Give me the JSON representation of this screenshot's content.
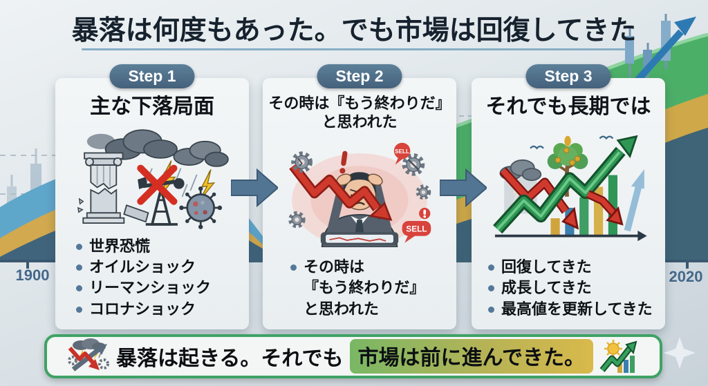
{
  "title": "暴落は何度もあった。でも市場は回復してきた",
  "timeline": {
    "start_year": "1900",
    "end_year": "2020"
  },
  "steps": [
    {
      "badge": "Step 1",
      "heading": "主な下落局面",
      "illustration": "economic-crisis-storm",
      "bullets": [
        "世界恐慌",
        "オイルショック",
        "リーマンショック",
        "コロナショック"
      ]
    },
    {
      "badge": "Step 2",
      "heading": "その時は『もう終わりだ』\nと思われた",
      "illustration": "panicked-investor",
      "sell_labels": [
        "SELL",
        "SELL"
      ],
      "bullets": [
        "その時は\n『もう終わりだ』\nと思われた"
      ]
    },
    {
      "badge": "Step 3",
      "heading": "それでも長期では",
      "illustration": "long-term-growth-chart",
      "bullets": [
        "回復してきた",
        "成長してきた",
        "最高値を更新してきた"
      ]
    }
  ],
  "banner": {
    "text": "暴落は起きる。それでも",
    "highlight": "市場は前に進んできた。"
  },
  "colors": {
    "step_badge": "#4c6e8b",
    "banner_border": "#3fa265",
    "highlight_start": "#79b765",
    "highlight_end": "#d9b94b",
    "crash_red": "#cf3a2c",
    "growth_green": "#2f9654",
    "axis_label": "#44688a",
    "title_text": "#16222e"
  }
}
